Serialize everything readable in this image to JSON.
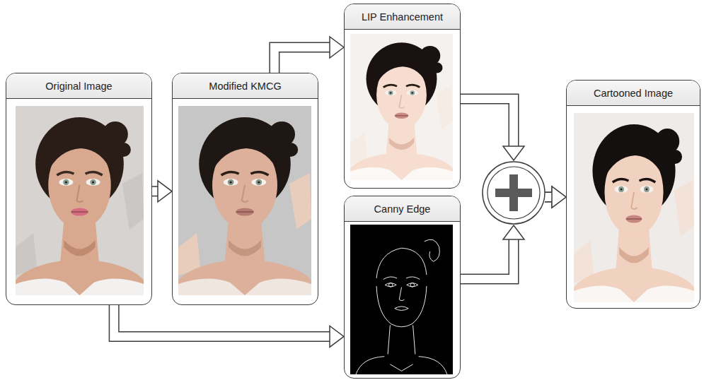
{
  "diagram": {
    "nodes": [
      {
        "text": [
          "Original Image"
        ]
      },
      {
        "text": [
          "Modified KMCG"
        ]
      },
      {
        "text": [
          "LIP Enhancement"
        ]
      },
      {
        "text": [
          "Canny Edge"
        ]
      },
      {
        "text": [
          "Cartooned Image"
        ]
      }
    ],
    "edges": [
      {
        "from": 0,
        "to": 1,
        "arrow": "to"
      },
      {
        "from": 1,
        "to": 2,
        "arrow": "to"
      },
      {
        "from": 0,
        "to": 3,
        "arrow": "to"
      },
      {
        "from": 2,
        "to": 4,
        "arrow": "to"
      },
      {
        "from": 3,
        "to": 4,
        "arrow": "to"
      }
    ]
  }
}
